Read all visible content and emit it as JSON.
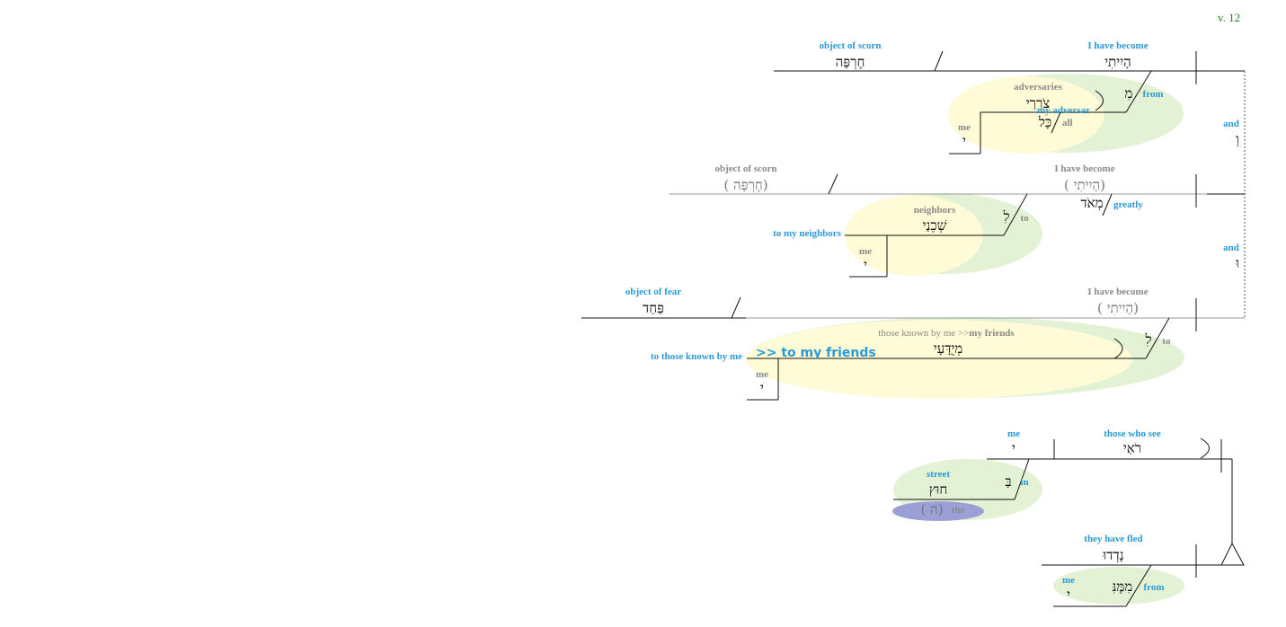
{
  "verse": "v. 12",
  "clause1": {
    "verb_gloss": "I have become",
    "verb": "הָיִיתִי",
    "object_gloss": "object of scorn",
    "object": "חֶרְפָּה",
    "from_heb": "מִ",
    "from_gloss": "from",
    "adversaries_gloss": "adversaries",
    "adversaries_heb": "צֹרְרַי",
    "my_adversaries_gloss": "my adversar",
    "all_heb": "כָּל",
    "all_gloss": "all",
    "me_gloss": "me",
    "me_heb": "י",
    "and_gloss": "and",
    "and_heb": "וְ"
  },
  "clause2": {
    "verb_gloss": "I have become",
    "verb": "( הָיִיתִי)",
    "object_gloss": "object of scorn",
    "object": "( חֶרְפָּה)",
    "greatly_heb": "מְאֹד",
    "greatly_gloss": "greatly",
    "to_heb": "לִ",
    "to_gloss": "to",
    "neighbors_gloss": "neighbors",
    "neighbors_heb": "שְׁכֵנַי",
    "my_neighbors_gloss": "to my neighbors",
    "me_gloss": "me",
    "me_heb": "י",
    "and_gloss": "and",
    "and_heb": "וּ"
  },
  "clause3": {
    "verb_gloss": "I have become",
    "verb": "( הָיִיתִי)",
    "object_gloss": "object of fear",
    "object": "פַּחַד",
    "to_heb": "לִ",
    "to_gloss": "to",
    "known_gloss_a": "those known by me >>",
    "known_gloss_b": "my friends",
    "known_heb": "מְיֻדָּעָי",
    "to_known_gloss": "to those known by me",
    "friends_big": ">>  to my friends",
    "me_gloss": "me",
    "me_heb": "י"
  },
  "clause4": {
    "me_gloss": "me",
    "me_heb": "י",
    "see_gloss": "those who see",
    "see_heb": "רֹאַי",
    "street_gloss": "street",
    "street_heb": "חוּץ",
    "in_heb": "בַּ",
    "in_gloss": "in",
    "the_heb": "( ה)",
    "the_gloss": "the",
    "fled_gloss": "they have fled",
    "fled_heb": "נָדְדוּ",
    "from_heb": "מִמֶּנִּ",
    "from_gloss": "from",
    "me2_gloss": "me",
    "me2_heb": "י"
  },
  "colors": {
    "gloss_blue": "#2a9ad6",
    "gloss_gray": "#8a8a8a",
    "verse_green": "#1a8a1a",
    "ellipse_green": "#e3f1d4",
    "ellipse_yellow": "#fefbd6",
    "ellipse_purple": "#9aa0d6"
  }
}
